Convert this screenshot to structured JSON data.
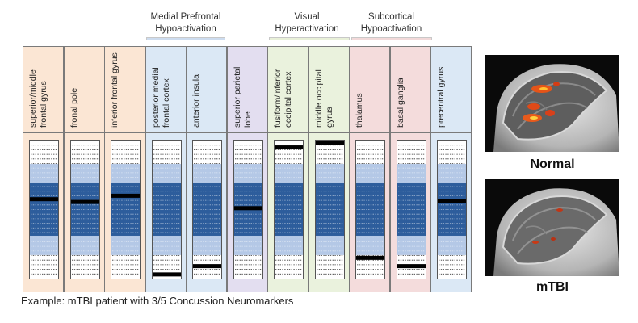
{
  "groups": [
    {
      "label": "Medial Prefrontal\nHypoactivation",
      "color": "#cddcef"
    },
    {
      "label": "Visual\nHyperactivation",
      "color": "#e8f0d8"
    },
    {
      "label": "Subcortical\nHypoactivation",
      "color": "#f2d9d9"
    }
  ],
  "regions": [
    {
      "label": "superior/middle frontal gyrus",
      "bg": "#fbe6d4",
      "marker_level": 0.575
    },
    {
      "label": "fronal pole",
      "bg": "#fbe6d4",
      "marker_level": 0.555
    },
    {
      "label": "inferior frontal gyrus",
      "bg": "#fbe6d4",
      "marker_level": 0.6
    },
    {
      "label": "posterior medial frontal cortex",
      "bg": "#dbe8f5",
      "marker_level": 0.03
    },
    {
      "label": "anterior insula",
      "bg": "#dbe8f5",
      "marker_level": 0.09
    },
    {
      "label": "superior parietal lobe",
      "bg": "#e3def0",
      "marker_level": 0.51
    },
    {
      "label": "fusiform/inferior occipital cortex",
      "bg": "#eaf2dd",
      "marker_level": 0.95
    },
    {
      "label": "middle occipital gyrus",
      "bg": "#eaf2dd",
      "marker_level": 0.98
    },
    {
      "label": "thalamus",
      "bg": "#f4dcdc",
      "marker_level": 0.15
    },
    {
      "label": "basal ganglia",
      "bg": "#f4dcdc",
      "marker_level": 0.09
    },
    {
      "label": "precentral gyrus",
      "bg": "#dbe8f5",
      "marker_level": 0.56
    }
  ],
  "gauge_colors": {
    "outer": "#ffffff",
    "light": "#b4c8e6",
    "mid": "#7b9bcd",
    "dark": "#2d5d9c",
    "marker": "#000000"
  },
  "caption": "Example: mTBI patient with 3/5 Concussion Neuromarkers",
  "brain_images": [
    {
      "caption": "Normal"
    },
    {
      "caption": "mTBI"
    }
  ]
}
